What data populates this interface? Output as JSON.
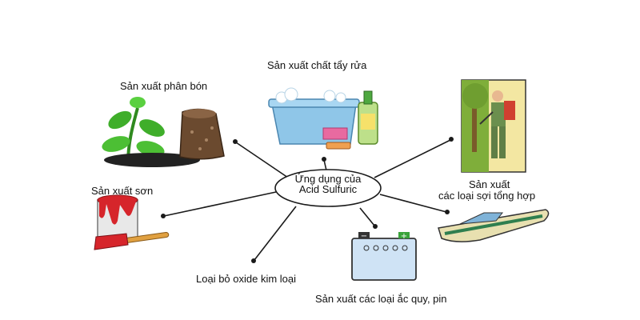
{
  "center": {
    "line1": "Ứng dụng của",
    "line2": "Acid Sulfuric"
  },
  "branches": {
    "detergent": "Sản xuất chất tẩy rửa",
    "fertilizer": "Sản xuất phân bón",
    "paint": "Sản xuất sơn",
    "oxide": "Loại bỏ oxide kim loại",
    "battery": "Sản xuất các loại ắc quy, pin",
    "fiber_line1": "Sản xuất",
    "fiber_line2": "các loại sợi tổng hợp"
  },
  "colors": {
    "line": "#1a1a1a",
    "plant_green": "#3fae2a",
    "sack_brown": "#6b4a2f",
    "basin_blue": "#8fc6e8",
    "paint_red": "#d6252b",
    "battery_blue": "#cfe3f5",
    "battery_plus": "#3aa33a",
    "boat_hull": "#e8e0b0",
    "boat_stripe": "#2f7f4f",
    "forest_green": "#7fae3a"
  },
  "icons": [
    "plant-sprout-icon",
    "fertilizer-sack-icon",
    "laundry-basin-icon",
    "detergent-bottle-icon",
    "paint-can-icon",
    "paint-brush-icon",
    "car-battery-icon",
    "speedboat-icon",
    "sprayer-worker-icon"
  ]
}
